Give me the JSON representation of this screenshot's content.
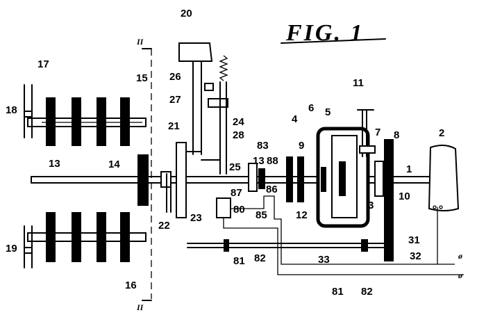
{
  "figure": {
    "title": "FIG. 1",
    "section_marks": [
      "II",
      "II"
    ],
    "terminal_symbols": [
      "ø",
      "ø"
    ]
  },
  "labels": [
    "20",
    "26",
    "27",
    "17",
    "15",
    "24",
    "28",
    "21",
    "18",
    "11",
    "6",
    "5",
    "4",
    "2",
    "7",
    "8",
    "9",
    "13",
    "83",
    "14",
    "25",
    "88",
    "1",
    "13",
    "87",
    "86",
    "10",
    "12",
    "3",
    "85",
    "80",
    "22",
    "23",
    "31",
    "19",
    "81",
    "82",
    "33",
    "32",
    "16",
    "81",
    "82"
  ]
}
